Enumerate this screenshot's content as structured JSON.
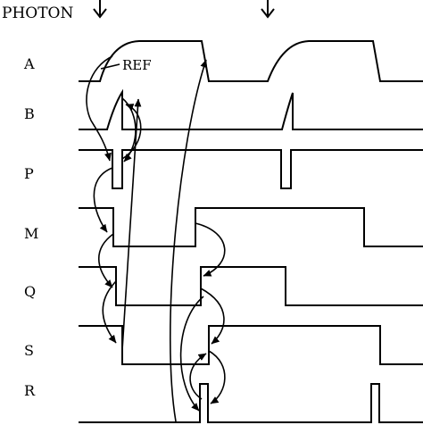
{
  "header": {
    "photon_label": "PHOTON"
  },
  "reference": {
    "label": "REF"
  },
  "signals": [
    {
      "id": "A",
      "label": "A"
    },
    {
      "id": "B",
      "label": "B"
    },
    {
      "id": "P",
      "label": "P"
    },
    {
      "id": "M",
      "label": "M"
    },
    {
      "id": "Q",
      "label": "Q"
    },
    {
      "id": "S",
      "label": "S"
    },
    {
      "id": "R",
      "label": "R"
    }
  ],
  "colors": {
    "stroke": "#000000",
    "background": "#ffffff"
  }
}
